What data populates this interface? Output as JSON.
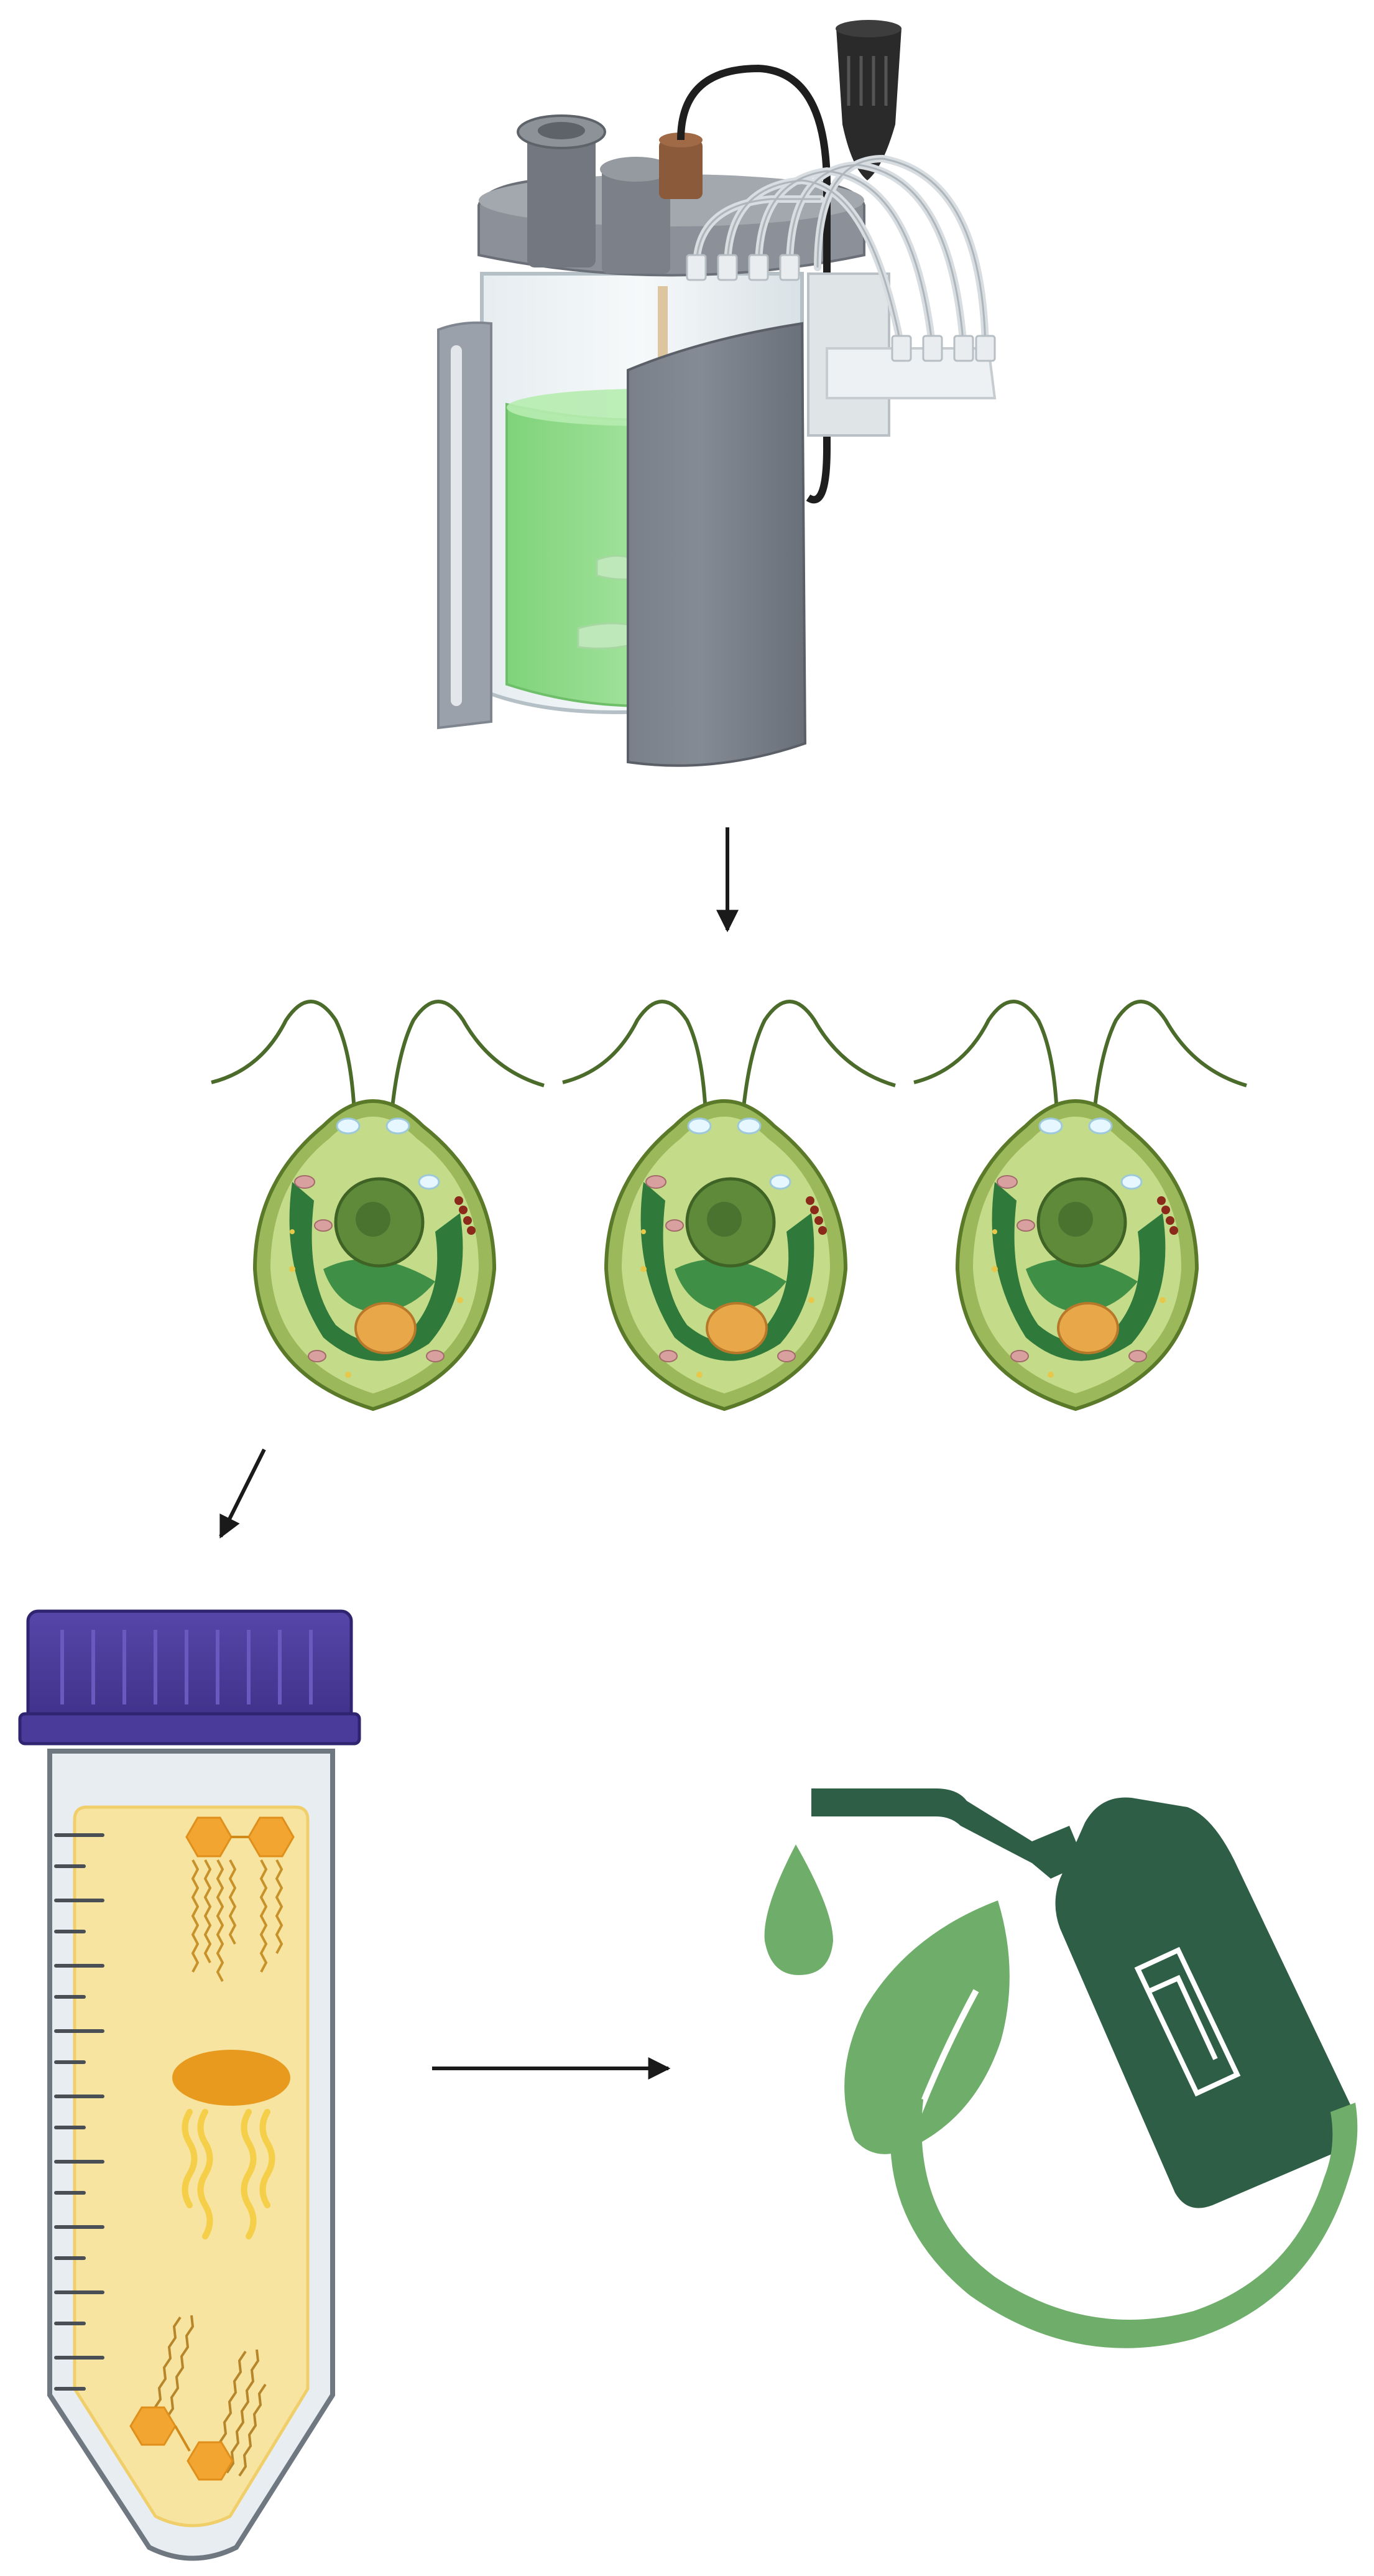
{
  "figure": {
    "stages": [
      {
        "id": "photobioreactor",
        "icon": "bioreactor-icon"
      },
      {
        "id": "microalgae-cells",
        "icon": "algae-cell-icon",
        "count": 3
      },
      {
        "id": "lipid-extraction",
        "icon": "centrifuge-tube-icon"
      },
      {
        "id": "biofuel",
        "icon": "biofuel-pump-leaf-icon"
      }
    ],
    "arrows": [
      {
        "from": "photobioreactor",
        "to": "microalgae-cells",
        "direction": "down"
      },
      {
        "from": "microalgae-cells",
        "to": "lipid-extraction",
        "direction": "down-left"
      },
      {
        "from": "lipid-extraction",
        "to": "biofuel",
        "direction": "right"
      }
    ],
    "colors": {
      "medium_green": "#8fd98a",
      "cell_wall": "#9bb85a",
      "cell_body": "#b8d37a",
      "chloroplast": "#2f7a3a",
      "cap_purple": "#4a3a9a",
      "lipid_yellow": "#f7e4a0",
      "lipid_orange": "#f2a531",
      "fuel_dark_green": "#2f5e46",
      "fuel_light_green": "#6fae6a",
      "arrow": "#1a1a1a"
    }
  }
}
